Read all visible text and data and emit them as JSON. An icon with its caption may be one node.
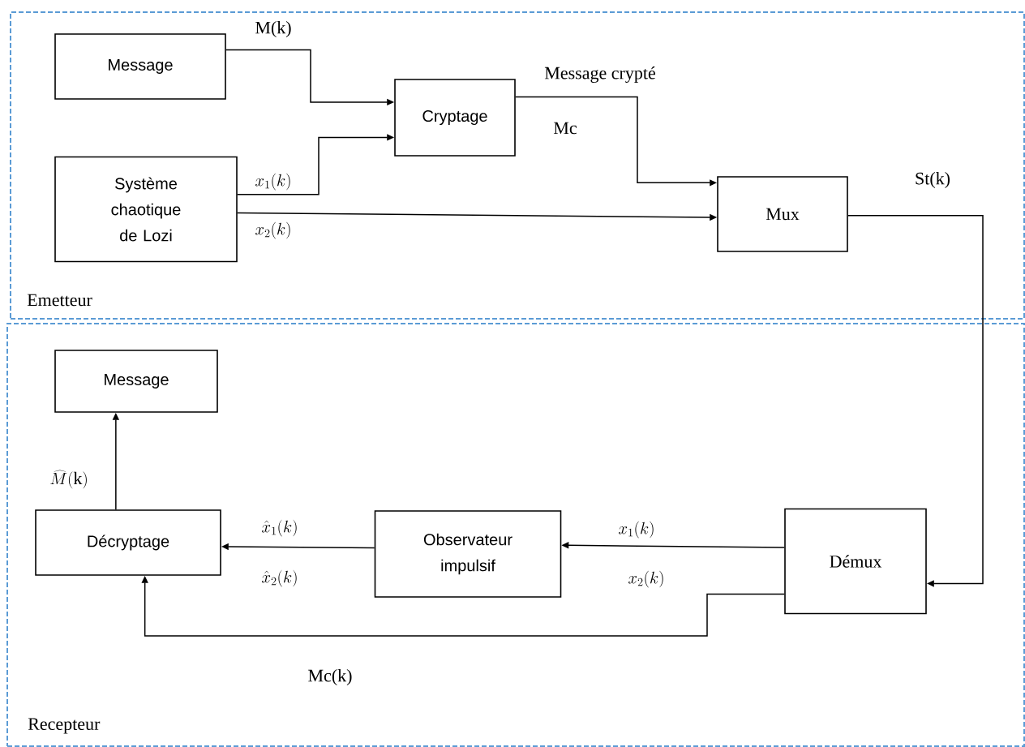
{
  "diagram": {
    "nodes": [
      {
        "text": [
          "Emetteur"
        ]
      },
      {
        "text": [
          "Message"
        ],
        "in": 0
      },
      {
        "text": [
          "Cryptage"
        ],
        "in": 0
      },
      {
        "text": [
          "Système chaotique de Lozi"
        ],
        "in": 0
      },
      {
        "text": [
          "Mux"
        ],
        "in": 0
      },
      {
        "text": [
          "Recepteur"
        ]
      },
      {
        "text": [
          "Message"
        ],
        "in": 5
      },
      {
        "text": [
          "Décryptage"
        ],
        "in": 5
      },
      {
        "text": [
          "Observateur impulsif"
        ],
        "in": 5
      },
      {
        "text": [
          "Démux"
        ],
        "in": 5
      }
    ],
    "edges": [
      {
        "from": 1,
        "to": 2,
        "arrow": "to",
        "label": "M(k)"
      },
      {
        "from": 3,
        "to": 2,
        "arrow": "to",
        "label": "x_1(k)"
      },
      {
        "from": 2,
        "to": 4,
        "arrow": "to",
        "label": "Mc"
      },
      {
        "from": 3,
        "to": 4,
        "arrow": "to",
        "label": "x_2(k)"
      },
      {
        "from": 4,
        "to": 9,
        "arrow": "to",
        "label": "St(k)"
      },
      {
        "from": 9,
        "to": 8,
        "arrow": "to",
        "label": "x_1(k)"
      },
      {
        "from": 8,
        "to": 7,
        "arrow": "to",
        "label": "\\hat{x}_1(k)"
      },
      {
        "from": 9,
        "to": 7,
        "arrow": "to",
        "label": "Mc(k)"
      },
      {
        "from": 7,
        "to": 6,
        "arrow": "to",
        "label": "\\widehat{M}(\\mathrm{k})"
      }
    ],
    "labels": [
      "Message crypté",
      "\\hat{x}_2(k)",
      "x_2(k)"
    ]
  }
}
